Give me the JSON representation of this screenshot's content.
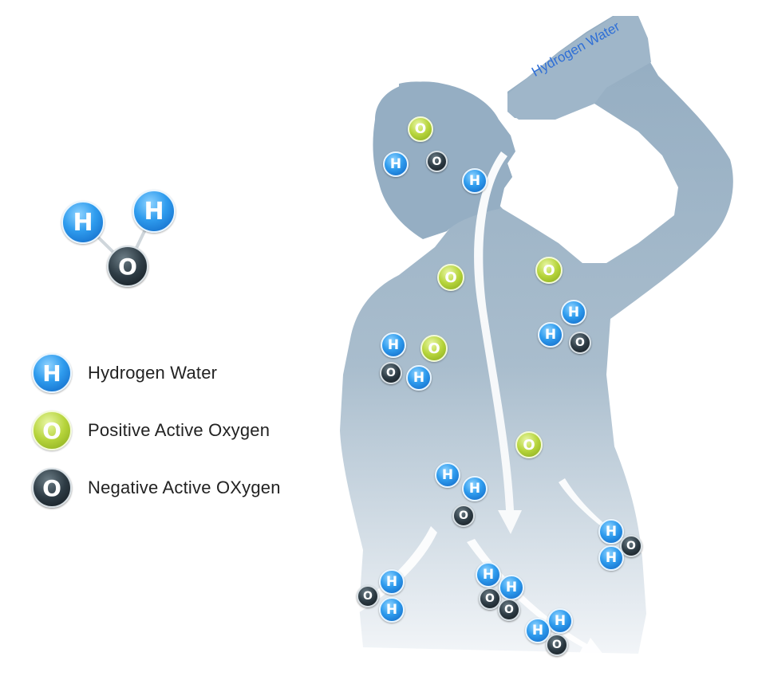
{
  "bottle": {
    "label": "Hydrogen Water"
  },
  "legend": {
    "items": [
      {
        "symbol": "H",
        "label": "Hydrogen Water",
        "kind": "h"
      },
      {
        "symbol": "O",
        "label": "Positive Active Oxygen",
        "kind": "po"
      },
      {
        "symbol": "O",
        "label": "Negative Active OXygen",
        "kind": "no"
      }
    ]
  },
  "molecule": {
    "atom_h1": "H",
    "atom_h2": "H",
    "atom_o": "O"
  },
  "atom_symbols": {
    "h": "H",
    "o": "O"
  },
  "colors": {
    "silhouette_top": "#94adc2",
    "silhouette_bottom": "#eef2f6",
    "hydrogen": "#1e88e5",
    "positive_oxygen": "#a8c933",
    "negative_oxygen": "#1e2a32",
    "bottle_label": "#2f6fd6"
  }
}
